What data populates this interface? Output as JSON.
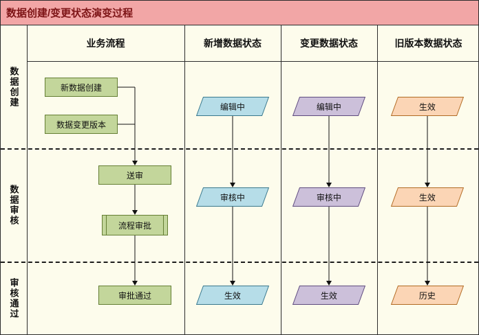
{
  "title": "数据创建/变更状态演变过程",
  "header": {
    "process": "业务流程",
    "new_data": "新增数据状态",
    "changed_data": "变更数据状态",
    "old_version": "旧版本数据状态"
  },
  "lanes": {
    "create": "数据创建",
    "review": "数据审核",
    "approved": "审核通过"
  },
  "process": {
    "new_data_create": "新数据创建",
    "data_change_version": "数据变更版本",
    "submit_review": "送审",
    "process_approval": "流程审批",
    "approval_passed": "审批通过"
  },
  "states": {
    "new_data": {
      "create": "编辑中",
      "review": "审核中",
      "approved": "生效"
    },
    "changed_data": {
      "create": "编辑中",
      "review": "审核中",
      "approved": "生效"
    },
    "old_version": {
      "create": "生效",
      "review": "生效",
      "approved": "历史"
    }
  },
  "colors": {
    "title_bg": "#f2a6a6",
    "title_text": "#7d1416",
    "process_fill": "#c3d69b",
    "process_border": "#647e33",
    "new_data_fill": "#b6dde8",
    "new_data_border": "#38778c",
    "changed_data_fill": "#ccc0da",
    "changed_data_border": "#5d4a7d",
    "old_version_fill": "#fbd5b5",
    "old_version_border": "#b06a22",
    "canvas_bg": "#fdfcec"
  }
}
